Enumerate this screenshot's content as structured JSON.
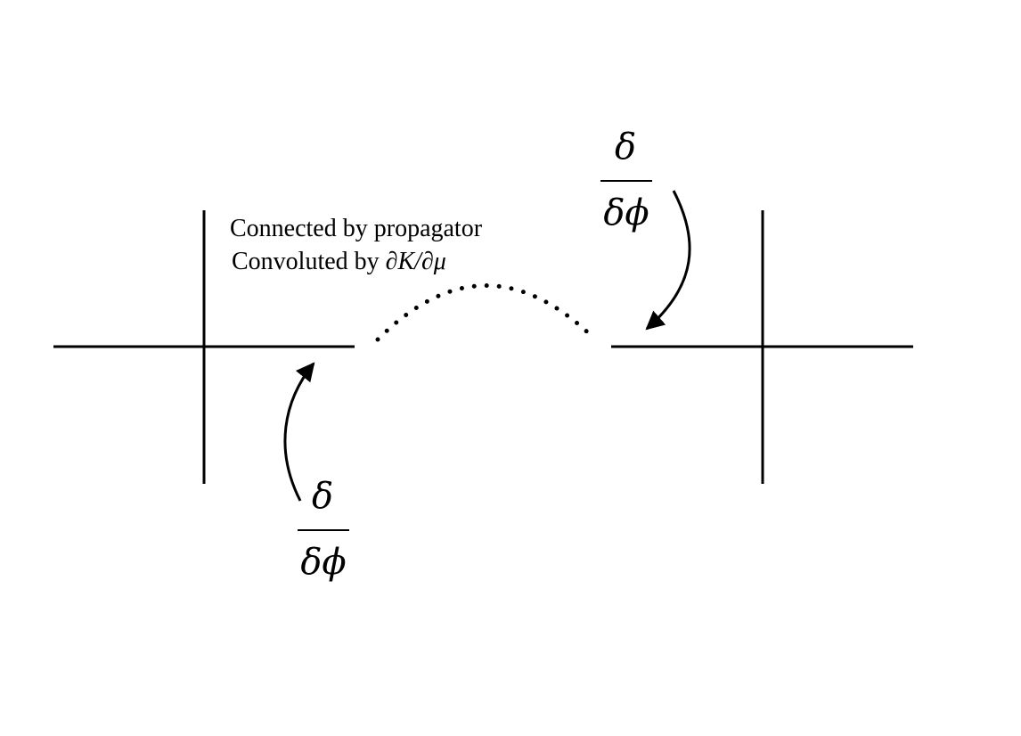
{
  "caption": {
    "line1": "Connected by propagator",
    "line2_prefix": "Convoluted by ",
    "line2_math": "∂K/∂μ"
  },
  "derivative_left": {
    "numerator": "δ",
    "denominator": "δϕ"
  },
  "derivative_right": {
    "numerator": "δ",
    "denominator": "δϕ"
  }
}
